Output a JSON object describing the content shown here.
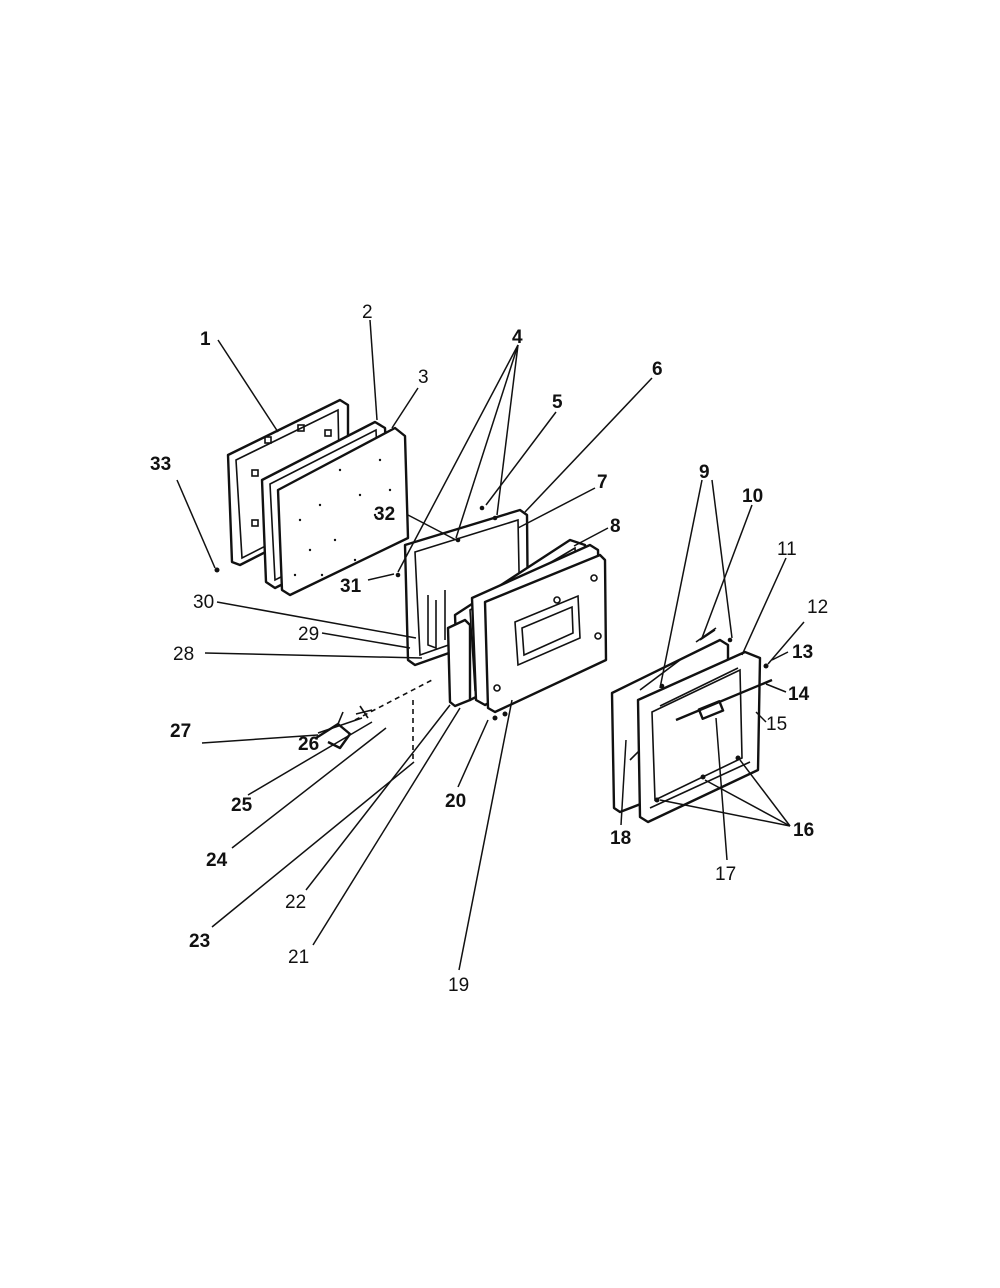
{
  "diagram": {
    "callouts": [
      {
        "id": "1",
        "text": "1"
      },
      {
        "id": "2",
        "text": "2"
      },
      {
        "id": "3",
        "text": "3"
      },
      {
        "id": "4",
        "text": "4"
      },
      {
        "id": "5",
        "text": "5"
      },
      {
        "id": "6",
        "text": "6"
      },
      {
        "id": "7",
        "text": "7"
      },
      {
        "id": "8",
        "text": "8"
      },
      {
        "id": "9",
        "text": "9"
      },
      {
        "id": "10",
        "text": "10"
      },
      {
        "id": "11",
        "text": "11"
      },
      {
        "id": "12",
        "text": "12"
      },
      {
        "id": "13",
        "text": "13"
      },
      {
        "id": "14",
        "text": "14"
      },
      {
        "id": "15",
        "text": "15"
      },
      {
        "id": "16",
        "text": "16"
      },
      {
        "id": "17",
        "text": "17"
      },
      {
        "id": "18",
        "text": "18"
      },
      {
        "id": "19",
        "text": "19"
      },
      {
        "id": "20",
        "text": "20"
      },
      {
        "id": "21",
        "text": "21"
      },
      {
        "id": "22",
        "text": "22"
      },
      {
        "id": "23",
        "text": "23"
      },
      {
        "id": "24",
        "text": "24"
      },
      {
        "id": "25",
        "text": "25"
      },
      {
        "id": "26",
        "text": "26"
      },
      {
        "id": "27",
        "text": "27"
      },
      {
        "id": "28",
        "text": "28"
      },
      {
        "id": "29",
        "text": "29"
      },
      {
        "id": "30",
        "text": "30"
      },
      {
        "id": "31",
        "text": "31"
      },
      {
        "id": "32",
        "text": "32"
      },
      {
        "id": "33",
        "text": "33"
      }
    ]
  }
}
